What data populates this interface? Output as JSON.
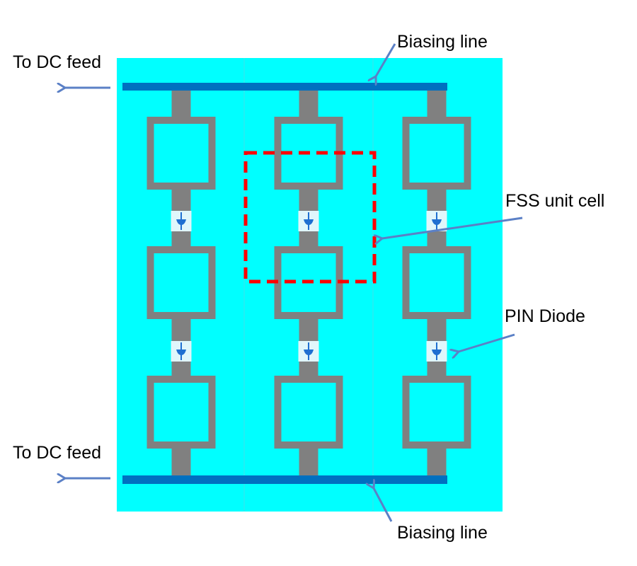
{
  "diagram": {
    "title": "Reconfigurable FSS array with PIN diodes and biasing lines",
    "labels": {
      "dc_feed_top": "To DC feed",
      "dc_feed_bottom": "To DC feed",
      "biasing_line_top": "Biasing line",
      "biasing_line_bottom": "Biasing line",
      "fss_unit_cell": "FSS unit cell",
      "pin_diode": "PIN Diode"
    },
    "layout": {
      "columns": 3,
      "square_rows": 3,
      "diode_rows": 2
    },
    "colors": {
      "substrate": "#00ffff",
      "metal": "#808080",
      "biasing_line": "#0070c0",
      "diode_pad": "#e0f6fb",
      "diode": "#1f6fd1",
      "unit_cell_outline": "#ff0000",
      "arrow": "#5b80c6",
      "divider": "#3fe0e8"
    }
  }
}
